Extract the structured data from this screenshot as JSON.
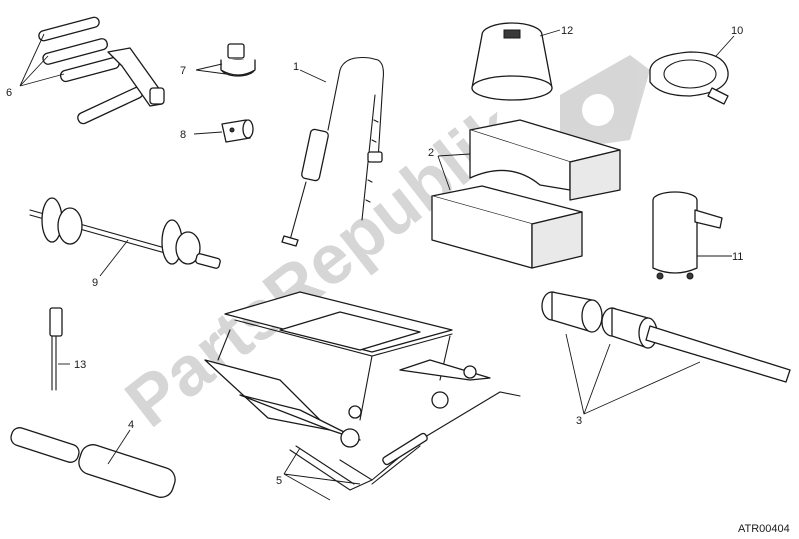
{
  "diagram": {
    "callouts": {
      "c1": "1",
      "c2": "2",
      "c3": "3",
      "c4": "4",
      "c5": "5",
      "c6": "6",
      "c7": "7",
      "c8": "8",
      "c9": "9",
      "c10": "10",
      "c11": "11",
      "c12": "12",
      "c13": "13"
    },
    "drawing_code": "ATR00404",
    "watermark": "PartsRepublik"
  },
  "colors": {
    "ink": "#1a1a1a",
    "watermark": "#c9c9c9",
    "background": "#ffffff"
  }
}
